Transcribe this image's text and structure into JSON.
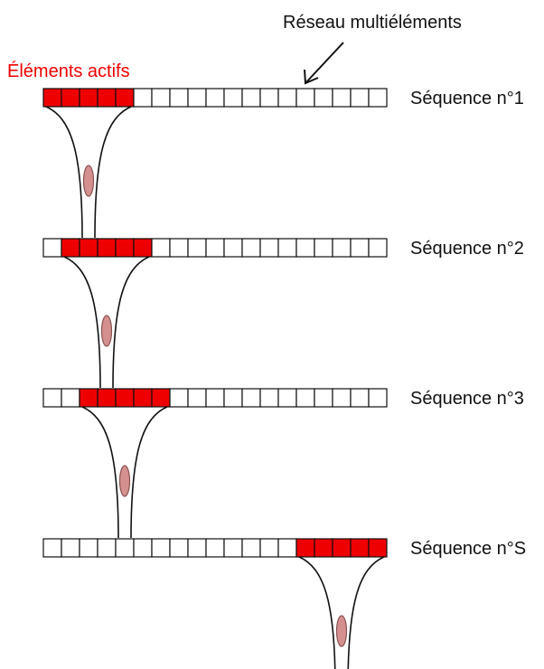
{
  "labels": {
    "array": "Réseau multiéléments",
    "active": "Éléments actifs"
  },
  "colors": {
    "active": "#ee0000",
    "inactive": "#ffffff",
    "stroke": "#111111",
    "focus_fill": "#d4908e",
    "focus_stroke": "#8a5252",
    "active_label": "#ee0000"
  },
  "element_count": 19,
  "sequences": [
    {
      "label": "Séquence n°1",
      "active_start": 0,
      "active_count": 5
    },
    {
      "label": "Séquence n°2",
      "active_start": 1,
      "active_count": 5
    },
    {
      "label": "Séquence n°3",
      "active_start": 2,
      "active_count": 5
    },
    {
      "label": "Séquence n°S",
      "active_start": 14,
      "active_count": 5
    }
  ]
}
